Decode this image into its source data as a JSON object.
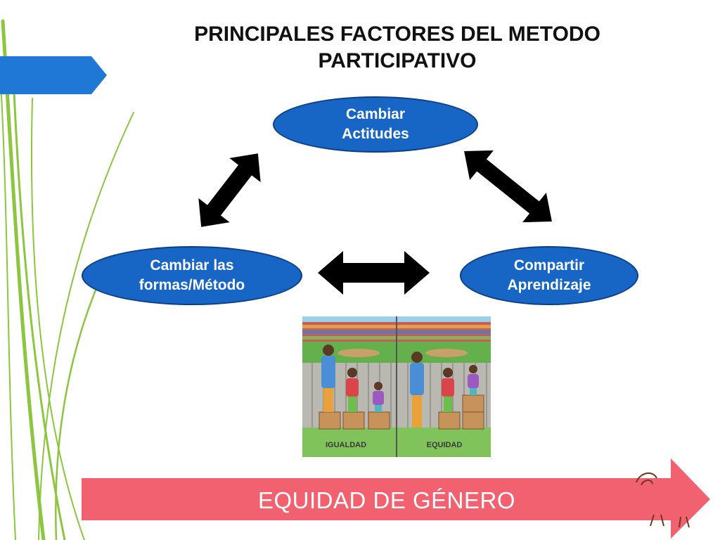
{
  "title": {
    "line1": "PRINCIPALES FACTORES DEL METODO",
    "line2": "PARTICIPATIVO"
  },
  "nodes": {
    "top": {
      "line1": "Cambiar",
      "line2": "Actitudes"
    },
    "left": {
      "line1": "Cambiar las",
      "line2": "formas/Método"
    },
    "right": {
      "line1": "Compartir",
      "line2": "Aprendizaje"
    }
  },
  "illustration": {
    "left_label": "IGUALDAD",
    "right_label": "EQUIDAD"
  },
  "banner": {
    "label": "EQUIDAD DE GÉNERO"
  },
  "colors": {
    "node_fill": "#1766c6",
    "accent_tab": "#1f78d6",
    "banner": "#f2616f",
    "deco_lines": "#8cc63f"
  }
}
